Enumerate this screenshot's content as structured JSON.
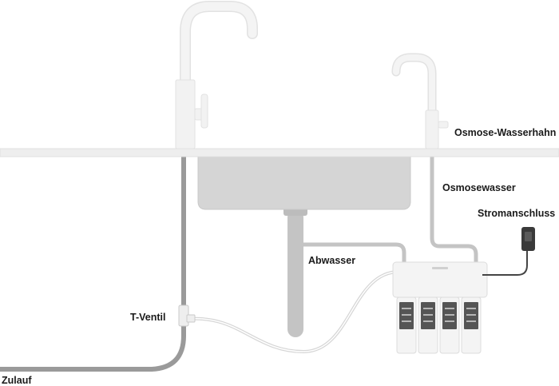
{
  "labels": {
    "osmosis_tap": "Osmose-Wasserhahn",
    "osmosis_water": "Osmosewasser",
    "power": "Stromanschluss",
    "waste_water": "Abwasser",
    "tee_valve": "T-Ventil",
    "inlet": "Zulauf"
  },
  "colors": {
    "fixture": "#f2f2f2",
    "fixture_edge": "#e2e2e2",
    "countertop": "#eeeeee",
    "sink_bowl": "#d5d5d5",
    "grey_pipe": "#c4c4c4",
    "inlet_pipe": "#9a9a9a",
    "filter_body": "#f4f4f4",
    "filter_label": "#555555",
    "cable": "#444444",
    "text": "#1a1a1a"
  },
  "icons": {
    "power_socket": "power-plug-icon",
    "filter_cartridge": "filter-cartridge-icon"
  }
}
